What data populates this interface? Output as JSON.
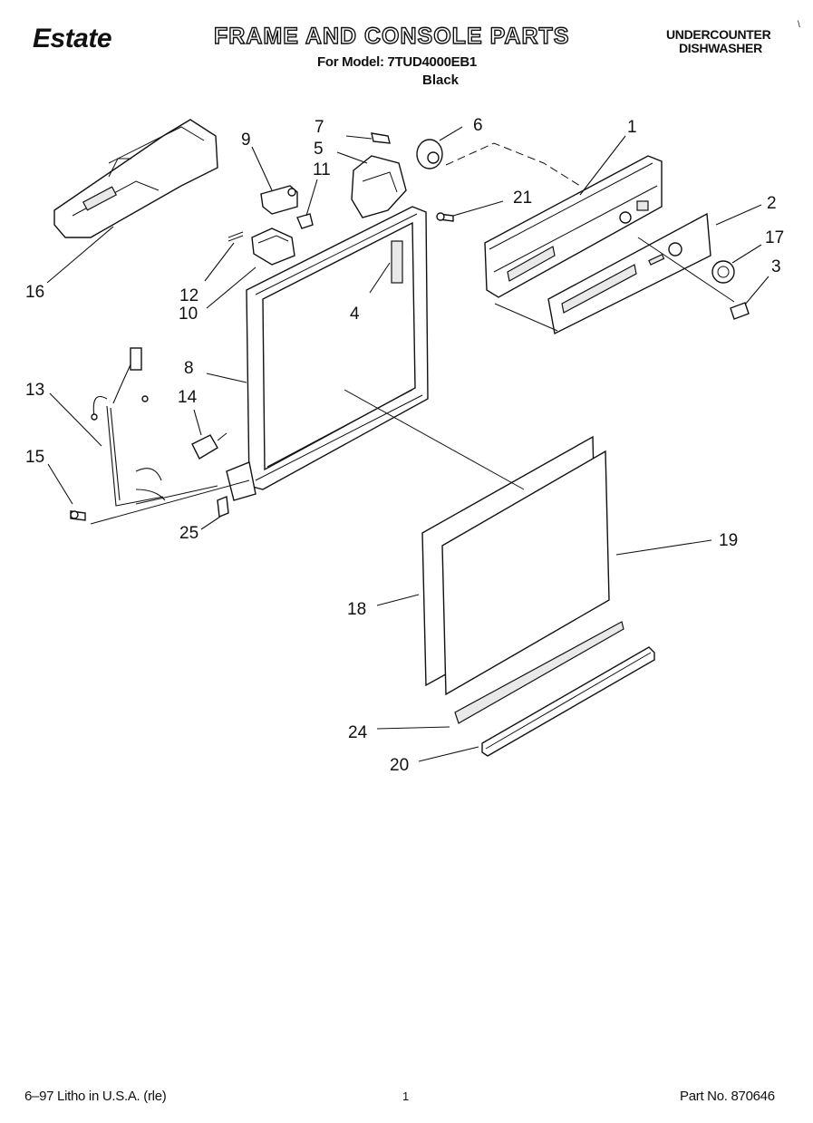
{
  "header": {
    "brand": "Estate",
    "title": "FRAME AND CONSOLE PARTS",
    "model_line": "For Model: 7TUD4000EB1",
    "color": "Black",
    "category_line1": "UNDERCOUNTER",
    "category_line2": "DISHWASHER",
    "corner_mark": "\\"
  },
  "callouts": [
    "1",
    "2",
    "3",
    "4",
    "5",
    "6",
    "7",
    "8",
    "9",
    "10",
    "11",
    "12",
    "13",
    "14",
    "15",
    "16",
    "17",
    "18",
    "19",
    "20",
    "21",
    "24",
    "25"
  ],
  "footer": {
    "print_info": "6–97 Litho in U.S.A. (rle)",
    "page_number": "1",
    "part_number": "Part No. 870646"
  }
}
